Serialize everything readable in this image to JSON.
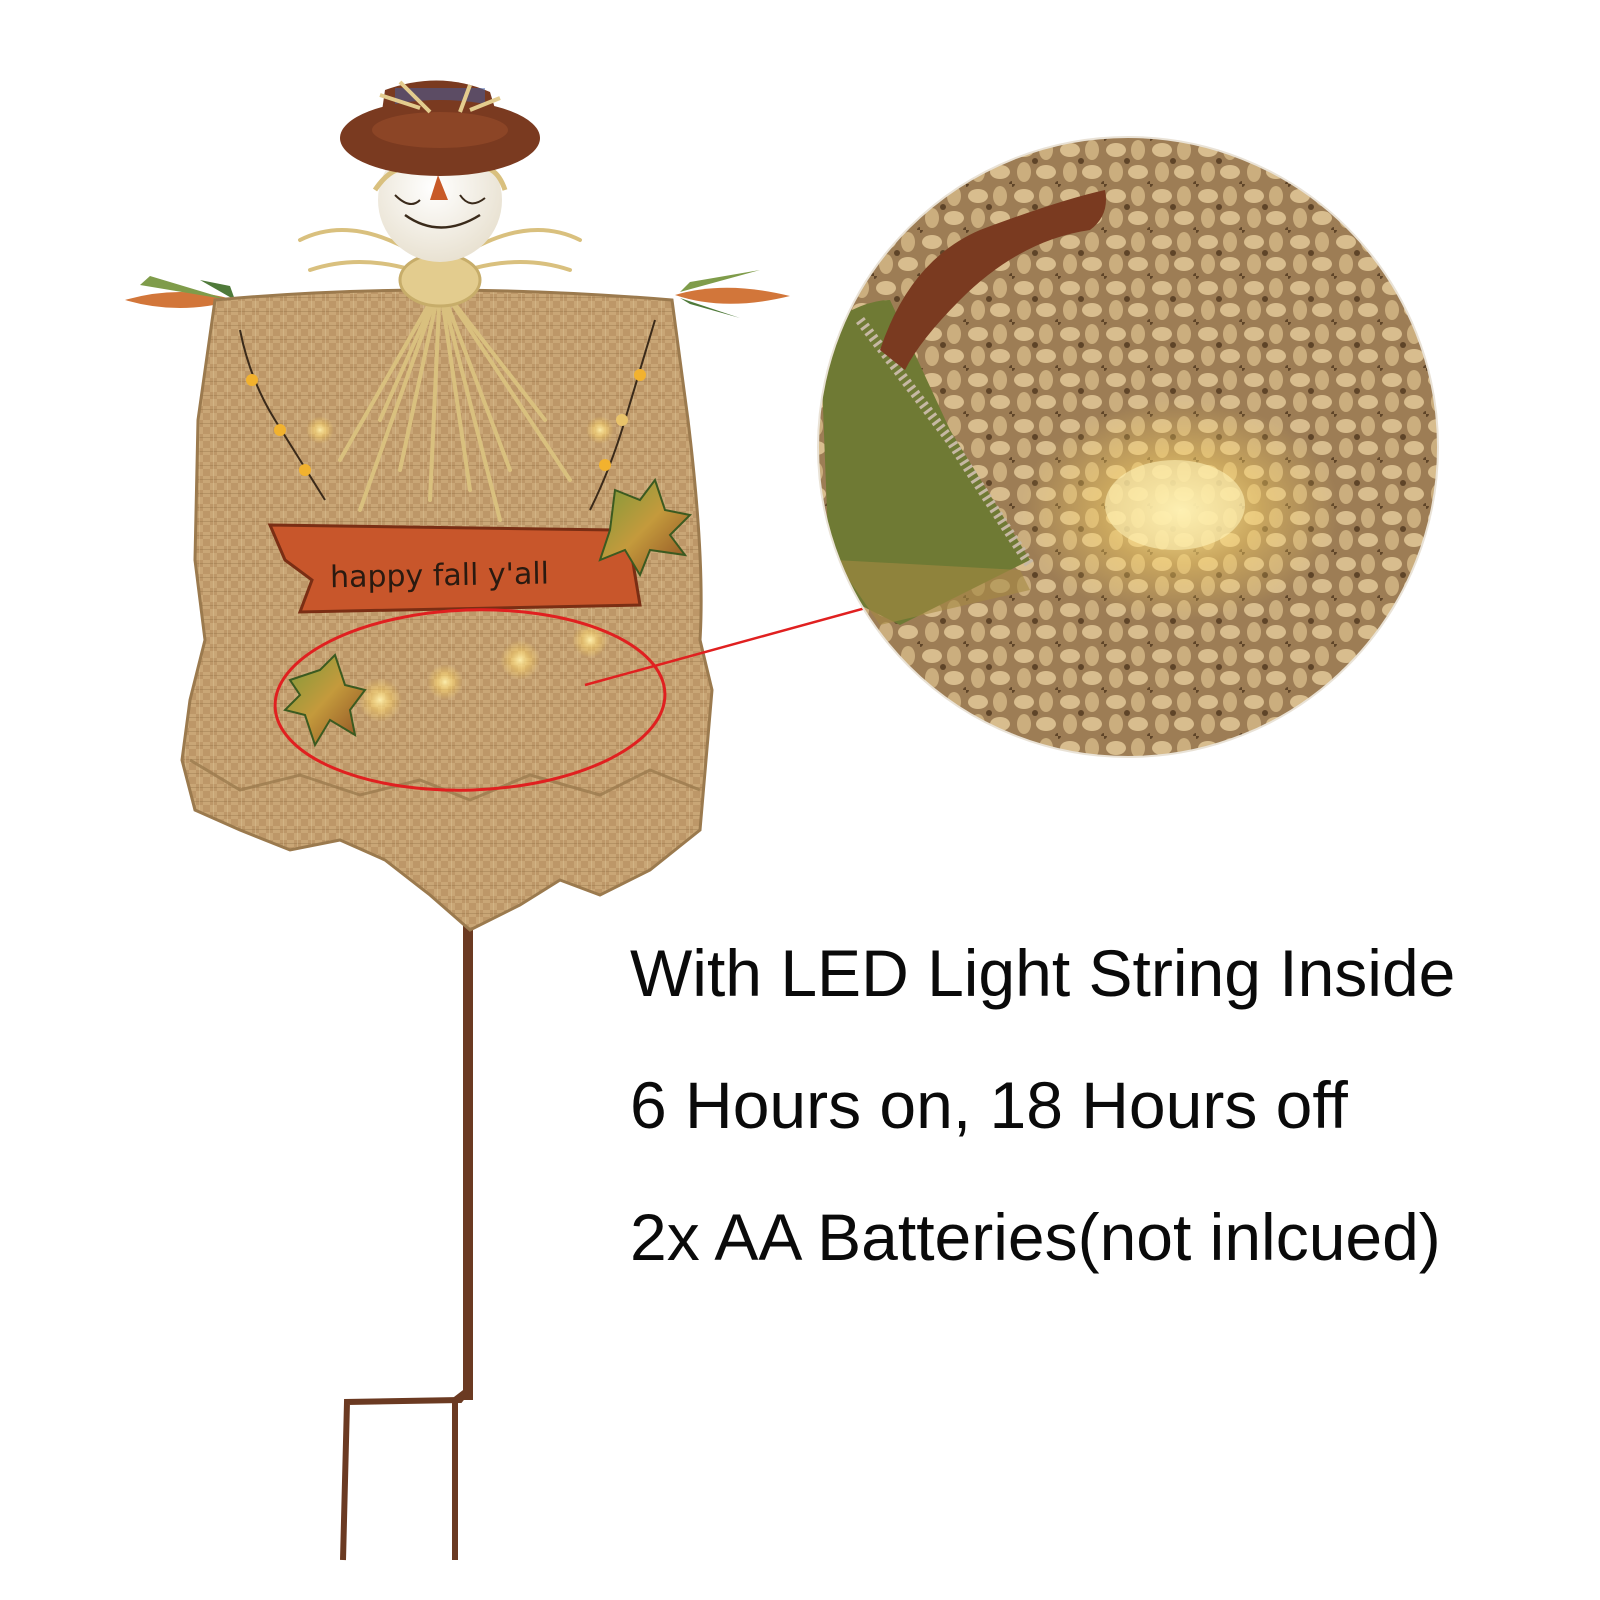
{
  "sign": {
    "text": "happy fall y'all"
  },
  "features": [
    "With LED Light String Inside",
    "6 Hours on, 18 Hours off",
    "2x AA Batteries(not inlcued)"
  ],
  "colors": {
    "burlap": "#c7a274",
    "burlap_dark": "#9b7a4e",
    "straw": "#e3cc8e",
    "hat": "#7a3a20",
    "sign": "#c8562b",
    "stake": "#6b3a22",
    "callout": "#e02020",
    "led_glow": "#ffe28a"
  }
}
